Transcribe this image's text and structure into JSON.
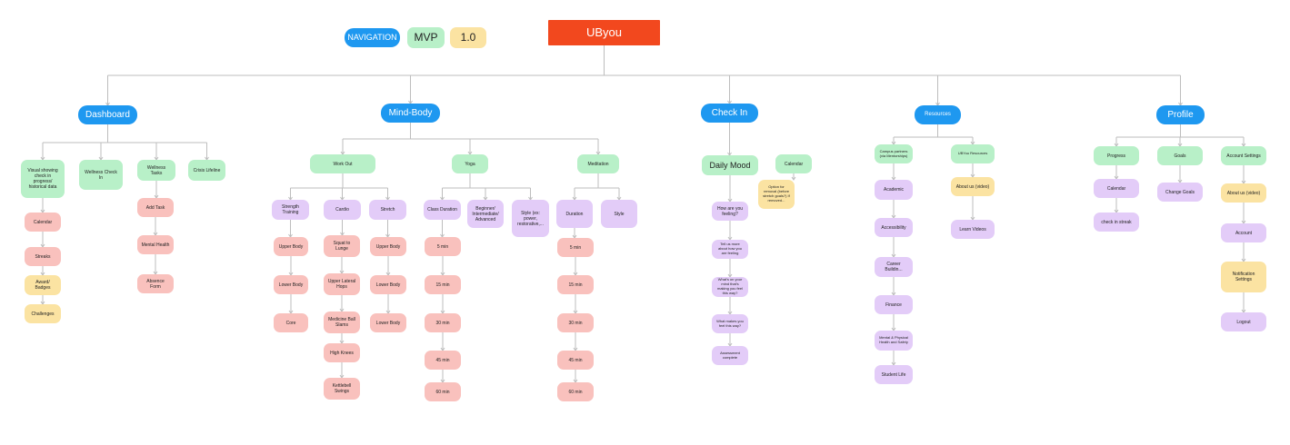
{
  "app_title": "UByou",
  "legend": {
    "navigation": "NAVIGATION",
    "mvp": "MVP",
    "version": "1.0"
  },
  "nav": {
    "dashboard": "Dashboard",
    "mind_body": "Mind-Body",
    "check_in": "Check In",
    "resources": "Resources",
    "profile": "Profile"
  },
  "dashboard": {
    "visual": "Visual showing check in progress/ historical data",
    "wellness_check_in": "Wellness Check In",
    "wellness_tasks": "Wellness Tasks",
    "crisis_lifeline": "Crisis Lifeline",
    "calendar": "Calendar",
    "streaks": "Streaks",
    "awards": "Award/ Badges",
    "challenges": "Challenges",
    "add_task": "Add Task",
    "mental_health": "Mental Health",
    "absence_form": "Absence Form"
  },
  "mind_body": {
    "work_out": "Work Out",
    "yoga": "Yoga",
    "meditation": "Meditation",
    "strength_training": "Strength Training",
    "cardio": "Cardio",
    "stretch": "Stretch",
    "strength_upper": "Upper Body",
    "strength_lower": "Lower Body",
    "strength_core": "Core",
    "cardio_1": "Squat to Lunge",
    "cardio_2": "Upper Lateral Hops",
    "cardio_3": "Medicine Ball Slams",
    "cardio_4": "High Knees",
    "cardio_5": "Kettlebell Swings",
    "stretch_upper": "Upper Body",
    "stretch_lower_1": "Lower Body",
    "stretch_lower_2": "Lower Body",
    "class_duration": "Class Duration",
    "level": "Beginner/ Intermediate/ Advanced",
    "style_types": "Style (ex: power, restorative,...",
    "yoga_d1": "5 min",
    "yoga_d2": "15 min",
    "yoga_d3": "30 min",
    "yoga_d4": "45 min",
    "yoga_d5": "60 min",
    "duration": "Duration",
    "style": "Style",
    "med_d1": "5 min",
    "med_d2": "15 min",
    "med_d3": "30 min",
    "med_d4": "45 min",
    "med_d5": "60 min"
  },
  "check_in": {
    "daily_mood": "Daily Mood",
    "calendar": "Calendar",
    "calendar_note": "Option for removal (before stretch goals?) If removed...",
    "q1": "How are you feeling?",
    "q2": "Tell us more about how you are feeling",
    "q3": "What's on your mind that's making you feel this way?",
    "q4": "What makes you feel this way?",
    "q5": "Assessment complete"
  },
  "resources": {
    "campus": "Campus partners (via Mentorships)",
    "ubyou": "UBYou Resources",
    "academic": "Academic",
    "accessibility": "Accessibility",
    "career": "Career Buildin...",
    "finance": "Finance",
    "mental_physical": "Mental & Physical Health and Safety",
    "student_life": "Student Life",
    "about_video": "About us (video)",
    "learn_videos": "Learn Videos"
  },
  "profile": {
    "progress": "Progress",
    "goals": "Goals",
    "account_settings": "Account Settings",
    "calendar": "Calendar",
    "check_in_streak": "check in streak",
    "change_goals": "Change Goals",
    "about_video": "About us (video)",
    "account": "Account",
    "notification_settings": "Notification Settings",
    "logout": "Logout"
  },
  "colors": {
    "navigation": "#1e98f0",
    "mvp": "#b8f0c8",
    "version": "#fbe3a2",
    "title": "#f2481e",
    "sub_feature": "#e3ccf8",
    "leaf_item": "#f9c1bd",
    "connector": "#bdbdbd"
  }
}
